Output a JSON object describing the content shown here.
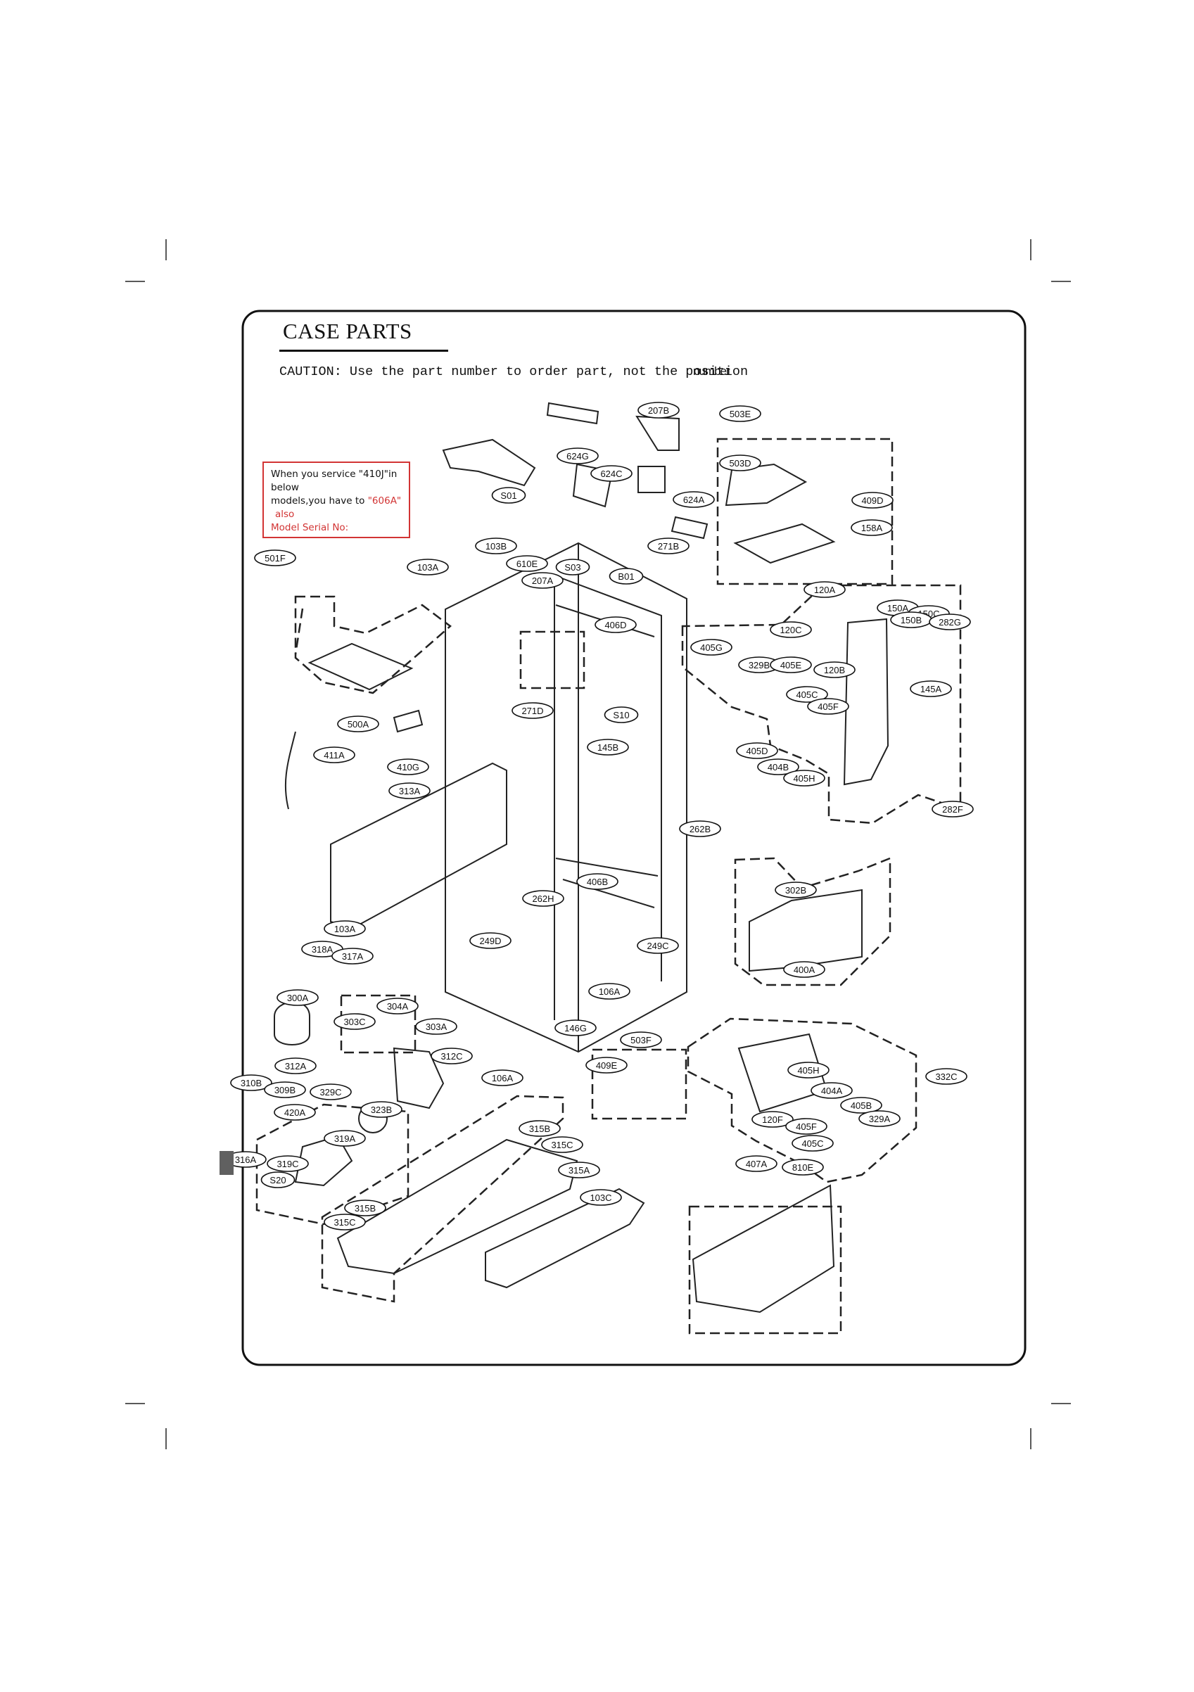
{
  "page": {
    "title": "CASE PARTS",
    "caution_text": "CAUTION: Use the part number to order part, not the position",
    "caution_overprint": "number",
    "note": {
      "line1": "When you service \"410J\"in below",
      "line2_a": "models,you have to ",
      "line2_b": "\"606A\"",
      "line3": "also",
      "line4": "Model Serial No:"
    }
  },
  "callouts": [
    "207B",
    "503E",
    "624G",
    "624C",
    "503D",
    "409D",
    "S01",
    "624A",
    "158A",
    "103B",
    "610E",
    "271B",
    "501F",
    "103A",
    "S03",
    "207A",
    "B01",
    "120A",
    "150A",
    "150C",
    "150B",
    "282G",
    "406D",
    "120C",
    "405G",
    "329B",
    "405E",
    "120B",
    "145A",
    "405C",
    "405F",
    "271D",
    "S10",
    "405D",
    "500A",
    "404B",
    "145B",
    "411A",
    "405H",
    "410G",
    "313A",
    "282F",
    "262B",
    "406B",
    "302B",
    "262H",
    "103A",
    "249D",
    "249C",
    "318A",
    "317A",
    "400A",
    "106A",
    "300A",
    "304A",
    "303C",
    "303A",
    "146G",
    "503F",
    "312C",
    "312A",
    "409E",
    "106A",
    "332C",
    "310B",
    "309B",
    "329C",
    "405H",
    "404A",
    "323B",
    "405B",
    "420A",
    "329A",
    "120F",
    "405F",
    "315B",
    "405C",
    "319A",
    "315C",
    "316A",
    "319C",
    "407A",
    "810E",
    "315A",
    "S20",
    "103C",
    "315B",
    "315C"
  ],
  "colors": {
    "ink": "#111111",
    "note_border": "#d23434",
    "tab": "#606060"
  }
}
